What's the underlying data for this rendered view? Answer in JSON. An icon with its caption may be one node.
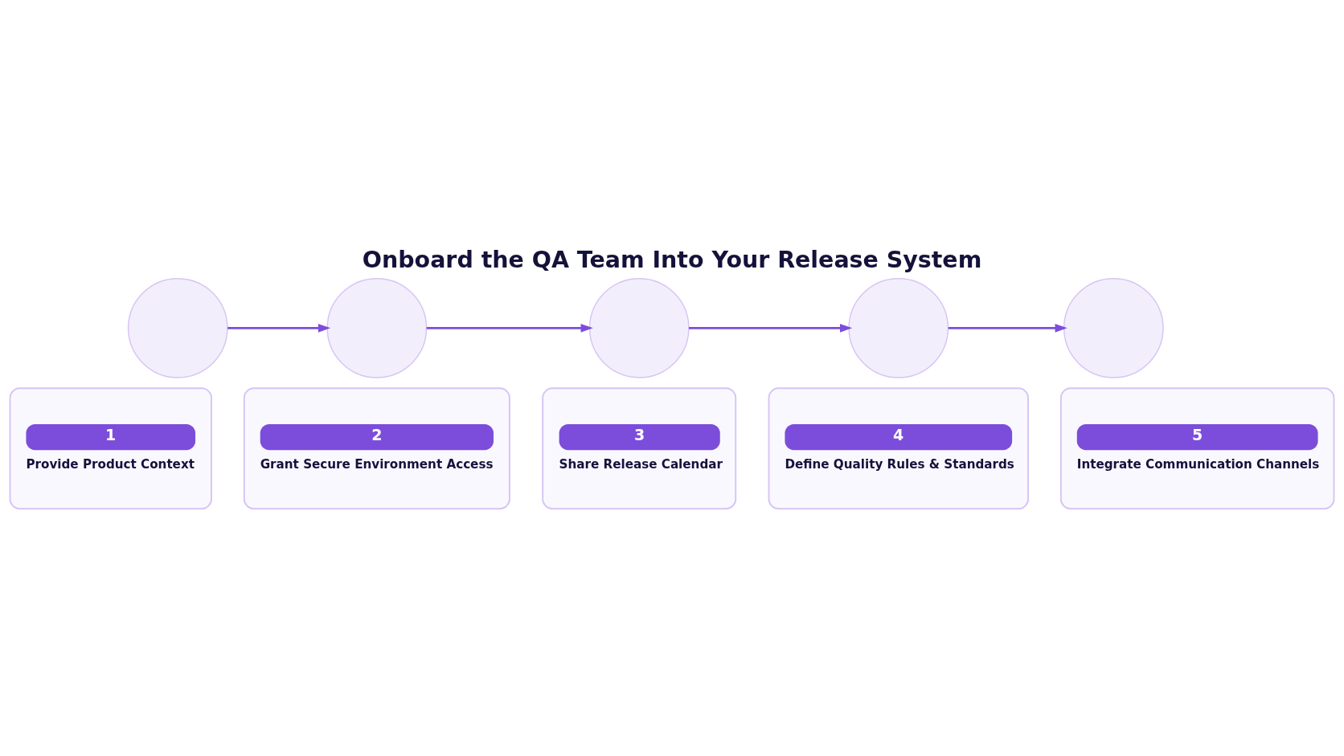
{
  "diagram": {
    "title": "Onboard the QA Team Into Your Release System",
    "nodes": [
      {
        "text": [],
        "shape": "circle"
      },
      {
        "text": [],
        "shape": "circle"
      },
      {
        "text": [],
        "shape": "circle"
      },
      {
        "text": [],
        "shape": "circle"
      },
      {
        "text": [],
        "shape": "circle"
      },
      {
        "text": [
          "1",
          "Provide Product Context"
        ]
      },
      {
        "text": [
          "2",
          "Grant Secure Environment Access"
        ]
      },
      {
        "text": [
          "3",
          "Share Release Calendar"
        ]
      },
      {
        "text": [
          "4",
          "Define Quality Rules & Standards"
        ]
      },
      {
        "text": [
          "5",
          "Integrate Communication Channels"
        ]
      }
    ],
    "edges": [
      {
        "from": 0,
        "to": 1,
        "arrow": "to"
      },
      {
        "from": 1,
        "to": 2,
        "arrow": "to"
      },
      {
        "from": 2,
        "to": 3,
        "arrow": "to"
      },
      {
        "from": 3,
        "to": 4,
        "arrow": "to"
      }
    ]
  }
}
